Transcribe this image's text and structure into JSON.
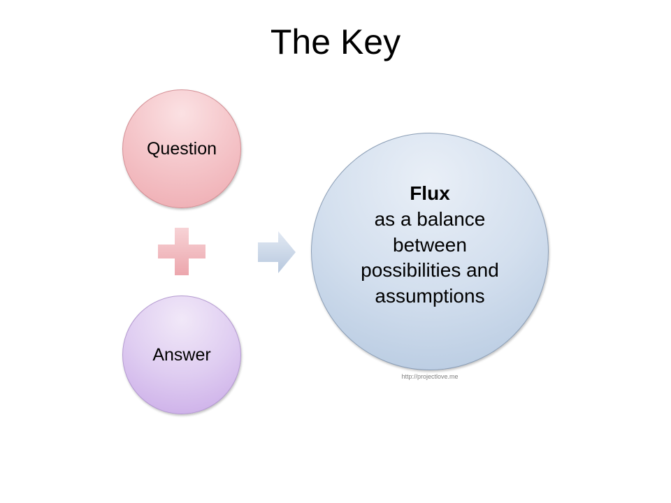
{
  "slide": {
    "title": "The Key"
  },
  "diagram": {
    "inputs": [
      {
        "label": "Question",
        "color": "#f2b8bd"
      },
      {
        "label": "Answer",
        "color": "#d9c2ef"
      }
    ],
    "operator": {
      "icon": "plus-icon",
      "color": "#f0b4b9"
    },
    "connector": {
      "icon": "arrow-right-icon",
      "color": "#c5d3e6"
    },
    "result": {
      "heading": "Flux",
      "lines": [
        "as a balance",
        "between",
        "possibilities and",
        "assumptions"
      ],
      "color": "#c7d6ea"
    }
  },
  "footer": {
    "source": "http://projectlove.me"
  }
}
